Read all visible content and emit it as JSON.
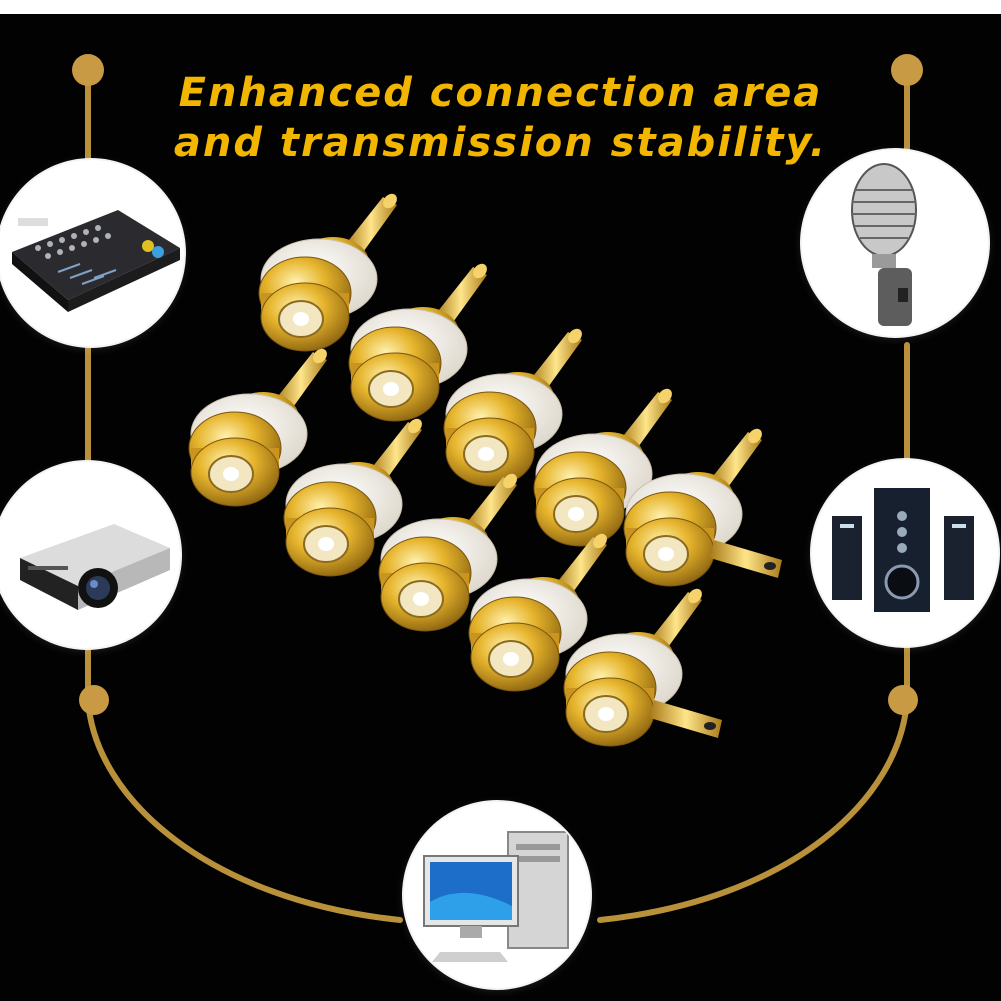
{
  "headline": {
    "line1": "Enhanced connection area",
    "line2": "and transmission stability."
  },
  "colors": {
    "background": "#020202",
    "headline": "#f2b600",
    "wire": "#b8913a",
    "gold": "#e8b830",
    "insulator": "#f5f0e8"
  },
  "devices": {
    "mixer": "audio-mixer-icon",
    "microphone": "microphone-icon",
    "projector": "projector-icon",
    "speakers": "speaker-system-icon",
    "computer": "desktop-computer-icon"
  },
  "connectors": {
    "count": 10,
    "product": "gold-plated-rca-female-jack"
  }
}
